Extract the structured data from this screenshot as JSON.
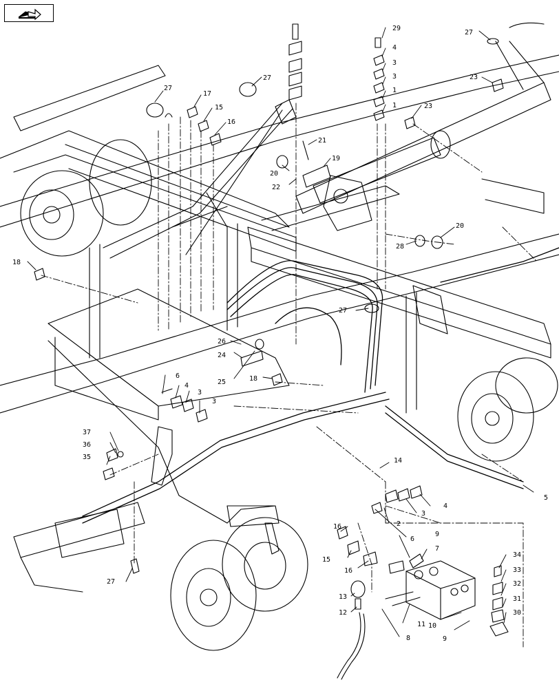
{
  "navigation": {
    "icon": "folder-arrow-icon",
    "label": ""
  },
  "callouts": [
    {
      "id": "c29",
      "num": "29"
    },
    {
      "id": "c4a",
      "num": "4"
    },
    {
      "id": "c3a",
      "num": "3"
    },
    {
      "id": "c3b",
      "num": "3"
    },
    {
      "id": "c1a",
      "num": "1"
    },
    {
      "id": "c1b",
      "num": "1"
    },
    {
      "id": "c27a",
      "num": "27"
    },
    {
      "id": "c23a",
      "num": "23"
    },
    {
      "id": "c23b",
      "num": "23"
    },
    {
      "id": "c27b",
      "num": "27"
    },
    {
      "id": "c17",
      "num": "17"
    },
    {
      "id": "c15a",
      "num": "15"
    },
    {
      "id": "c16a",
      "num": "16"
    },
    {
      "id": "c27c",
      "num": "27"
    },
    {
      "id": "c21",
      "num": "21"
    },
    {
      "id": "c19",
      "num": "19"
    },
    {
      "id": "c20a",
      "num": "20"
    },
    {
      "id": "c22",
      "num": "22"
    },
    {
      "id": "c20b",
      "num": "20"
    },
    {
      "id": "c28",
      "num": "28"
    },
    {
      "id": "c18a",
      "num": "18"
    },
    {
      "id": "c27d",
      "num": "27"
    },
    {
      "id": "c26",
      "num": "26"
    },
    {
      "id": "c24",
      "num": "24"
    },
    {
      "id": "c25",
      "num": "25"
    },
    {
      "id": "c18b",
      "num": "18"
    },
    {
      "id": "c6a",
      "num": "6"
    },
    {
      "id": "c4b",
      "num": "4"
    },
    {
      "id": "c3c",
      "num": "3"
    },
    {
      "id": "c3d",
      "num": "3"
    },
    {
      "id": "c37",
      "num": "37"
    },
    {
      "id": "c36",
      "num": "36"
    },
    {
      "id": "c35",
      "num": "35"
    },
    {
      "id": "c14",
      "num": "14"
    },
    {
      "id": "c5",
      "num": "5"
    },
    {
      "id": "c4c",
      "num": "4"
    },
    {
      "id": "c3e",
      "num": "3"
    },
    {
      "id": "c2",
      "num": "2"
    },
    {
      "id": "c6b",
      "num": "6"
    },
    {
      "id": "c16b",
      "num": "16"
    },
    {
      "id": "c15b",
      "num": "15"
    },
    {
      "id": "c16c",
      "num": "16"
    },
    {
      "id": "c9a",
      "num": "9"
    },
    {
      "id": "c7",
      "num": "7"
    },
    {
      "id": "c27e",
      "num": "27"
    },
    {
      "id": "c34",
      "num": "34"
    },
    {
      "id": "c33",
      "num": "33"
    },
    {
      "id": "c32",
      "num": "32"
    },
    {
      "id": "c31",
      "num": "31"
    },
    {
      "id": "c30",
      "num": "30"
    },
    {
      "id": "c13",
      "num": "13"
    },
    {
      "id": "c12",
      "num": "12"
    },
    {
      "id": "c11",
      "num": "11"
    },
    {
      "id": "c10",
      "num": "10"
    },
    {
      "id": "c9b",
      "num": "9"
    },
    {
      "id": "c8",
      "num": "8"
    }
  ]
}
